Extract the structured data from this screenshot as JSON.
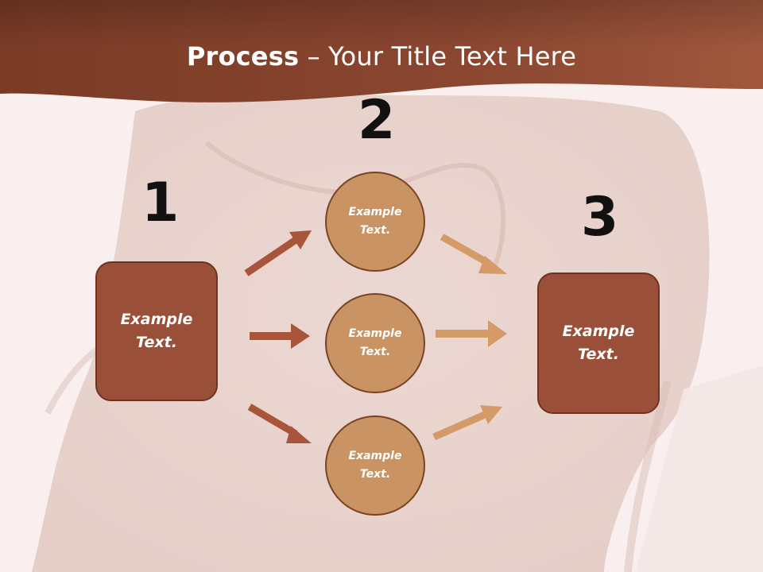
{
  "slide": {
    "title_bold": "Process",
    "title_rest": " – Your Title Text Here"
  },
  "steps": {
    "one": "1",
    "two": "2",
    "three": "3"
  },
  "nodes": {
    "start": "Example Text.",
    "top": "Example Text.",
    "middle": "Example Text.",
    "bottom": "Example Text.",
    "end": "Example Text."
  },
  "colors": {
    "header": "#8c4a34",
    "box": "#9a5038",
    "circle": "#c99363",
    "arrow_left": "#a8553c",
    "arrow_right": "#d49b68"
  }
}
